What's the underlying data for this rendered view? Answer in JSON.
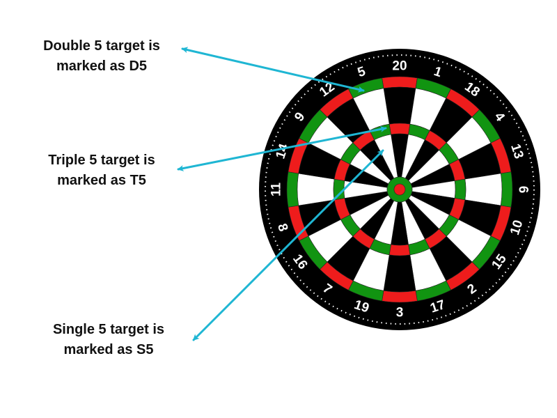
{
  "annotations": {
    "double": {
      "line1": "Double 5 target is",
      "line2": "marked as D5"
    },
    "triple": {
      "line1": "Triple 5 target is",
      "line2": "marked as T5"
    },
    "single": {
      "line1": "Single 5 target is",
      "line2": "marked as S5"
    }
  },
  "dartboard": {
    "numbers": [
      "20",
      "1",
      "18",
      "4",
      "13",
      "6",
      "10",
      "15",
      "2",
      "17",
      "3",
      "19",
      "7",
      "16",
      "8",
      "11",
      "14",
      "9",
      "12",
      "5"
    ]
  },
  "colors": {
    "arrow": "#1fb6d3",
    "board_black": "#000000",
    "board_white": "#ffffff",
    "ring_red": "#ee1c1c",
    "ring_green": "#119411",
    "number_text": "#ffffff"
  }
}
